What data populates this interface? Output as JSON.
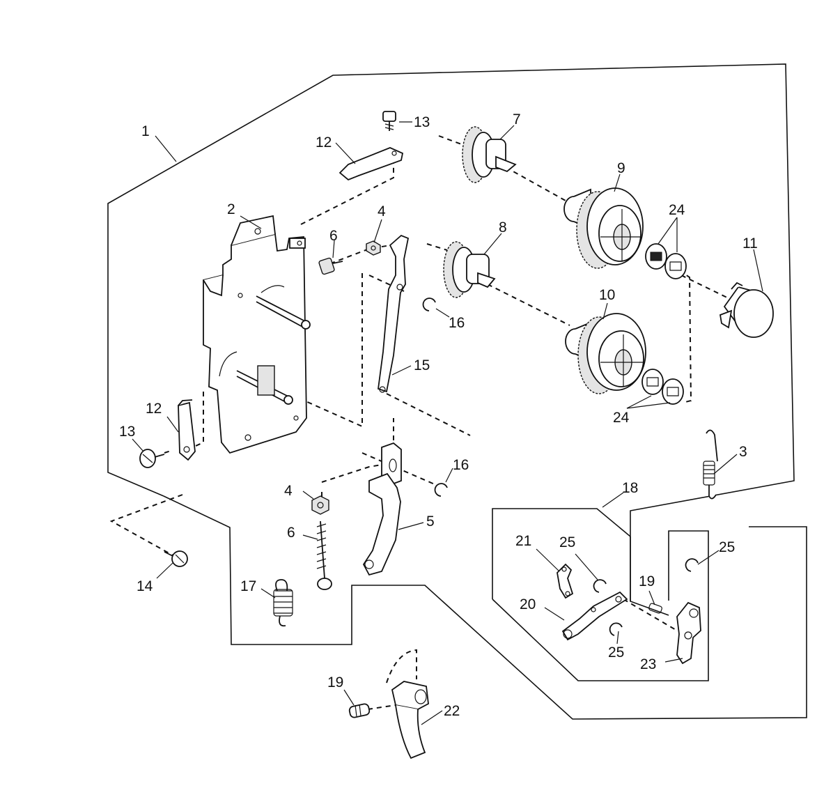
{
  "diagram": {
    "callouts": {
      "c1": "1",
      "c2": "2",
      "c3": "3",
      "c4a": "4",
      "c4b": "4",
      "c5": "5",
      "c6a": "6",
      "c6b": "6",
      "c7": "7",
      "c8": "8",
      "c9": "9",
      "c10": "10",
      "c11": "11",
      "c12a": "12",
      "c12b": "12",
      "c13a": "13",
      "c13b": "13",
      "c14": "14",
      "c15": "15",
      "c16a": "16",
      "c16b": "16",
      "c17": "17",
      "c18": "18",
      "c19a": "19",
      "c19b": "19",
      "c20": "20",
      "c21": "21",
      "c22": "22",
      "c23": "23",
      "c24a": "24",
      "c24b": "24",
      "c25a": "25",
      "c25b": "25",
      "c25c": "25"
    },
    "colors": {
      "ink": "#111111",
      "paper": "#ffffff",
      "shade": "#e4e4e4"
    }
  }
}
